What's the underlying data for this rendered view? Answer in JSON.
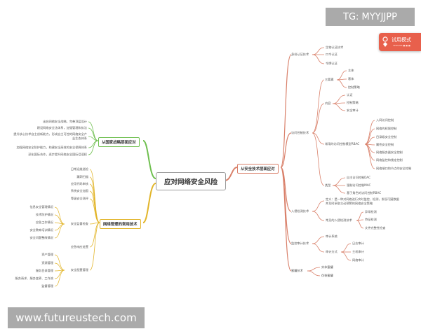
{
  "watermark_tg": "TG: MYYJJPP",
  "watermark_site": "www.futureustech.com",
  "trial": {
    "label": "试用模式",
    "sub": "VERSION ■ ■ ■"
  },
  "center": "应对网络安全风险",
  "colors": {
    "right": "#d9806a",
    "green": "#6fbf4f",
    "yellow": "#e2b52a",
    "accent": "#e8604c"
  },
  "right": {
    "title": "从安全技术层面应对",
    "b1": {
      "label": "身份认证技术",
      "items": [
        "生物认证技术",
        "口令认证",
        "令牌认证"
      ]
    },
    "b2": {
      "label": "访问控制技术",
      "g1": {
        "label": "三要素",
        "items": [
          "主体",
          "客体",
          "控制策略"
        ]
      },
      "g2": {
        "label": "内容",
        "items": [
          "认证",
          "控制策略",
          "安全审计"
        ]
      },
      "g3": {
        "label": "常用的访问控制模型RBAC",
        "items": [
          "入网访问控制",
          "网络的权限控制",
          "目录级安全控制",
          "属性安全控制",
          "网络服务器安全控制",
          "网络监控和锁定控制",
          "网络端口和节点的安全控制"
        ]
      },
      "g4": {
        "label": "类型",
        "items": [
          "自主访问控制DAC",
          "强制访问控制MAC",
          "基于角色的访问控制RBAC"
        ]
      }
    },
    "b3": {
      "label": "入侵检测技术",
      "def": [
        "定义：是一种对网络进行实时监控、检测，发现可疑数据",
        "并及时采取主动预警的网络安全策略"
      ],
      "g": {
        "label": "常见的入侵检测技术",
        "items": [
          "异常检测",
          "特征检测",
          "文件完整性检查"
        ]
      }
    },
    "b4": {
      "label": "监控审计技术",
      "g1": "审计系统",
      "g2": {
        "label": "审计方式",
        "items": [
          "日志审计",
          "主机审计",
          "网络审计"
        ]
      }
    },
    "b5": {
      "label": "蜜罐技术",
      "items": [
        "实体蜜罐",
        "伪装蜜罐"
      ]
    }
  },
  "green": {
    "title": "从国家战略层面应对",
    "items": [
      "出台网络安全战略，完善顶层设计",
      "建设网络安全法体系，加强管理和执法",
      "提升核心技术自主创新能力，形成自主可控的网络安全产",
      "业生态体系",
      "加强网络安全防护能力，构建安全高效的安全保障体系",
      "深化国际合作，逐步提升网络安全国际话语权"
    ]
  },
  "yellow": {
    "title": "网络管理的常用技术",
    "top": [
      "日常运维巡检",
      "漏洞扫描",
      "应用代码审核",
      "系统安全加固",
      "等级安全测评"
    ],
    "g1": {
      "label": "安全监督检查",
      "items": [
        "信息安全管理情况",
        "技术防护情况",
        "应急工作情况",
        "安全教育培训情况",
        "安全问题整改情况"
      ]
    },
    "g2": "应急响应处置",
    "g3": {
      "label": "安全配置管理",
      "items": [
        "资产管理",
        "资源管理",
        "服务目录管理",
        "服务请求、服务变更、工作流",
        "监督管理"
      ]
    }
  }
}
